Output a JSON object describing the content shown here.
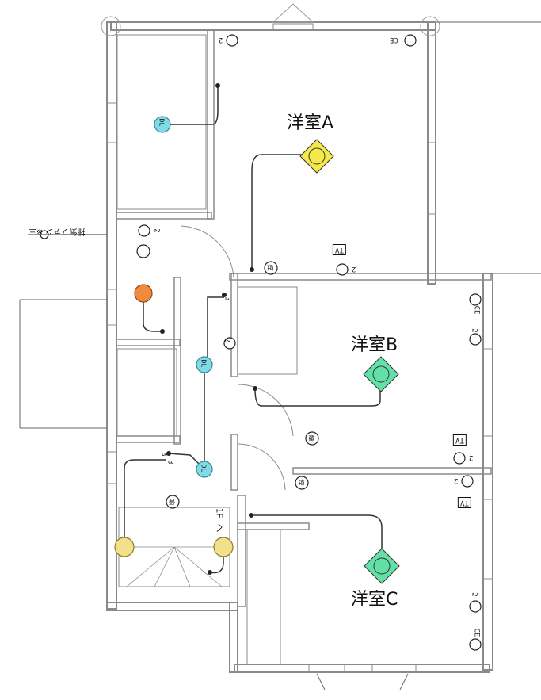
{
  "rooms": {
    "room_a": "洋室A",
    "room_b": "洋室B",
    "room_c": "洋室C"
  },
  "annotations": {
    "tv": "TV",
    "ce": "CE",
    "outlet_count": "2",
    "switch_3way": "3",
    "downlight": "DL",
    "stair_note": "1F へ",
    "exhaust_fan": "排気ファン ※三",
    "detector": "煙"
  },
  "colors": {
    "wall": "#8a8a8a",
    "wall_dark": "#555555",
    "wire": "#333333",
    "downlight_fill": "#7fdbe6",
    "ceiling_light_a": "#f5e94a",
    "ceiling_light_green": "#62e0a8",
    "bath_light": "#f08a3c",
    "stair_light": "#f3e08a"
  }
}
